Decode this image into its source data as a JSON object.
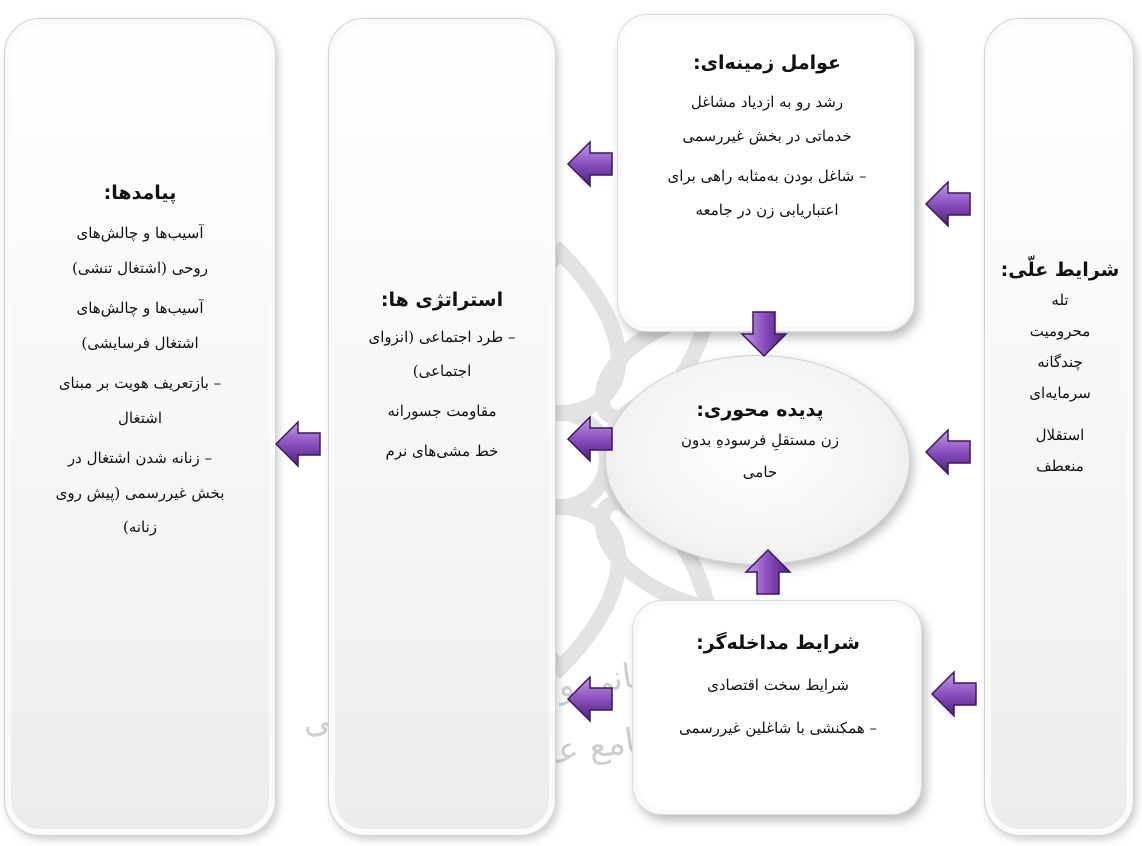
{
  "causal": {
    "title": "شرایط علّی:",
    "lines": [
      "تله",
      "محرومیت",
      "چندگانه",
      "سرمایه‌ای",
      "",
      "استقلال",
      "منعطف"
    ]
  },
  "context": {
    "title": "عوامل زمینه‌ای:",
    "lines": [
      "رشد رو به ازدیاد مشاغل",
      "خدماتی در بخش غیررسمی",
      "– شاغل بودن به‌مثابه راهی برای",
      "اعتباریابی زن در جامعه"
    ]
  },
  "core": {
    "title": "پدیده محوری:",
    "lines": [
      "زن مستقلِ فرسودهِ بدون",
      "حامی"
    ]
  },
  "intervening": {
    "title": "شرایط مداخله‌گر:",
    "lines": [
      "شرایط سخت اقتصادی",
      "– همکنشی با شاغلین غیررسمی"
    ]
  },
  "strategies": {
    "title": "استراتژی ها:",
    "lines": [
      "– طرد اجتماعی (انزوای",
      "اجتماعی)",
      "مقاومت جسورانه",
      "خط مشی‌های نرم"
    ]
  },
  "consequences": {
    "title": "پیامدها:",
    "lines": [
      "آسیب‌ها و چالش‌های",
      "روحی (اشتغال تنشی)",
      "آسیب‌ها و چالش‌های",
      "اشتغال فرسایشی)",
      "– بازتعریف هویت بر مبنای",
      "اشتغال",
      "– زنانه شدن اشتغال در",
      "بخش غیررسمی (پیش روی",
      "زنانه)"
    ]
  },
  "watermark": {
    "line1": "پژوهشگاه علوم انسانی و مطالعات فرهنگی",
    "line2": "پرتال جامع علوم انسانی"
  },
  "colors": {
    "arrow_light": "#b27fd6",
    "arrow_dark": "#5b2a86",
    "arrow_mid": "#8a4fbf"
  },
  "icons": {
    "arrow": "block-arrow-left",
    "arrow_down": "block-arrow-down",
    "arrow_up": "block-arrow-up"
  }
}
